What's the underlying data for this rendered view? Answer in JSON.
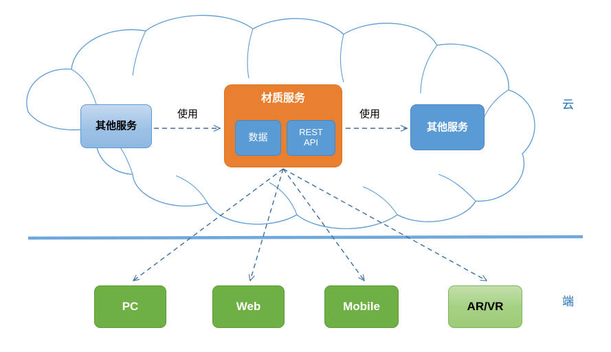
{
  "diagram": {
    "title_nodes": {
      "service": {
        "label": "材质服务",
        "children": [
          {
            "label": "数据"
          },
          {
            "label": "REST\nAPI"
          }
        ]
      }
    },
    "cloud_nodes": [
      {
        "id": "other-service-left",
        "label": "其他服务"
      },
      {
        "id": "other-service-right",
        "label": "其他服务"
      }
    ],
    "clients": [
      {
        "id": "pc",
        "label": "PC"
      },
      {
        "id": "web",
        "label": "Web"
      },
      {
        "id": "mobile",
        "label": "Mobile"
      },
      {
        "id": "arvr",
        "label": "AR/VR"
      }
    ],
    "edge_labels": [
      {
        "id": "use-left",
        "label": "使用"
      },
      {
        "id": "use-right",
        "label": "使用"
      }
    ],
    "tiers": [
      {
        "id": "cloud",
        "label": "云"
      },
      {
        "id": "client",
        "label": "端"
      }
    ],
    "colors": {
      "orange": "#E8802F",
      "blue": "#5B9BD5",
      "green": "#6FB045",
      "green_light": "#A6D183",
      "cloud_outline": "#5B9BD5",
      "divider": "#6FA8DC",
      "arrow": "#3C6E9F",
      "tier_text": "#1F6FB5"
    }
  }
}
